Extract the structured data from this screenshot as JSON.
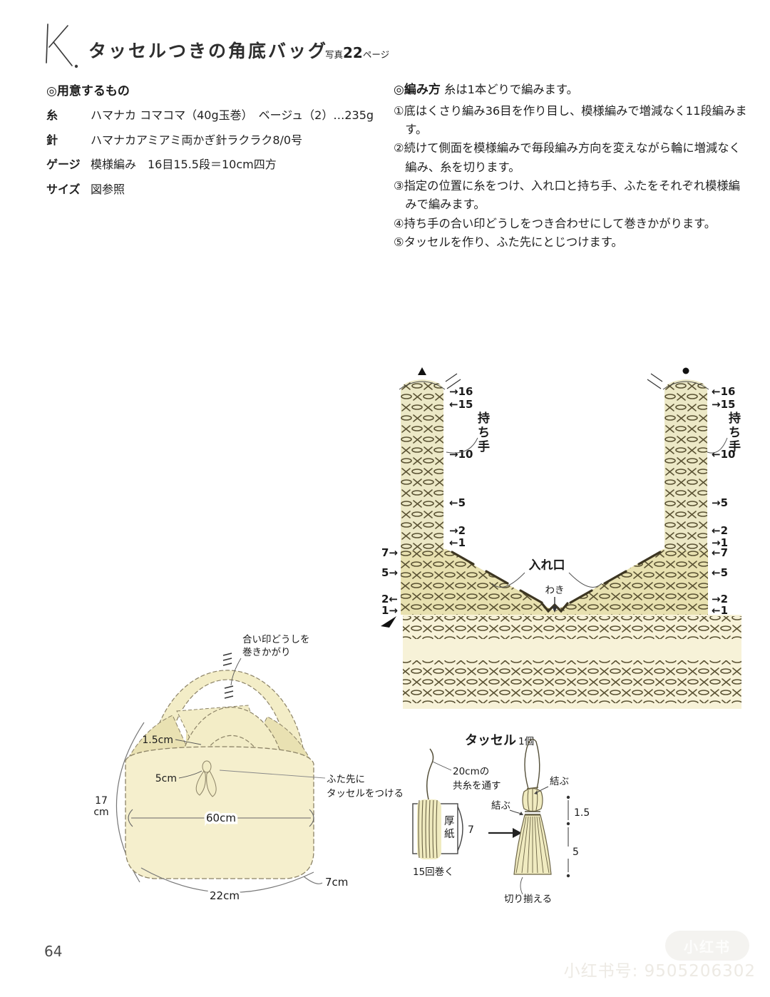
{
  "header": {
    "letter": "K",
    "title": "タッセルつきの角底バッグ",
    "photo_prefix": "写真",
    "photo_page": "22",
    "photo_suffix": "ページ"
  },
  "materials": {
    "heading": "◎用意するもの",
    "rows": [
      {
        "label": "糸",
        "value": "ハマナカ コマコマ（40g玉巻）　ベージュ（2）…235g"
      },
      {
        "label": "針",
        "value": "ハマナカアミアミ両かぎ針ラクラク8/0号"
      },
      {
        "label": "ゲージ",
        "value": "模様編み　16目15.5段＝10cm四方"
      },
      {
        "label": "サイズ",
        "value": "図参照"
      }
    ]
  },
  "instructions": {
    "heading": "◎編み方",
    "lead": "糸は1本どりで編みます。",
    "steps": [
      "①底はくさり編み36目を作り目し、模様編みで増減なく11段編みます。",
      "②続けて側面を模様編みで毎段編み方向を変えながら輪に増減なく編み、糸を切ります。",
      "③指定の位置に糸をつけ、入れ口と持ち手、ふたをそれぞれ模様編みで編みます。",
      "④持ち手の合い印どうしをつき合わせにして巻きかがります。",
      "⑤タッセルを作り、ふた先にとじつけます。"
    ]
  },
  "chart": {
    "handle_chars": [
      "持",
      "ち",
      "手"
    ],
    "opening_label": "入れ口",
    "side_label": "わき",
    "left_strip_rows": [
      "→16",
      "←15",
      "→10",
      "←5",
      "→2",
      "←1"
    ],
    "right_strip_rows": [
      "←16",
      "→15",
      "←10",
      "→5",
      "←2",
      "→1"
    ],
    "left_edge_rows": [
      "7→",
      "5→",
      "2←",
      "1→"
    ],
    "right_edge_rows": [
      "←7",
      "←5",
      "→2",
      "←1"
    ]
  },
  "bag_diagram": {
    "note_join_line1": "合い印どうしを",
    "note_join_line2": "巻きかがり",
    "dim_flap_tip": "1.5cm",
    "dim_tassel": "5cm",
    "dim_height": "17",
    "dim_height_unit": "cm",
    "dim_opening": "60cm",
    "dim_bottom_width": "22cm",
    "dim_bottom_depth": "7cm",
    "note_tassel_line1": "ふた先に",
    "note_tassel_line2": "タッセルをつける"
  },
  "tassel": {
    "title": "タッセル",
    "count": "1個",
    "note_thread_line1": "20cmの",
    "note_thread_line2": "共糸を通す",
    "cardboard_chars": [
      "厚",
      "紙"
    ],
    "card_height": "7",
    "wrap_note": "15回巻く",
    "tie_label": "結ぶ",
    "dim_head": "1.5",
    "dim_skirt": "5",
    "trim_note": "切り揃える"
  },
  "footer": {
    "page_number": "64"
  },
  "watermark": {
    "badge": "小红书",
    "id_line": "小红书号: 9505206302"
  },
  "colors": {
    "strip": "#ece8c6",
    "v_section": "#e8e1b0",
    "body": "#f7f2d8",
    "symbol": "#5a5233",
    "bag_light": "#f5efcd",
    "bag_dark": "#e9e1b2"
  }
}
